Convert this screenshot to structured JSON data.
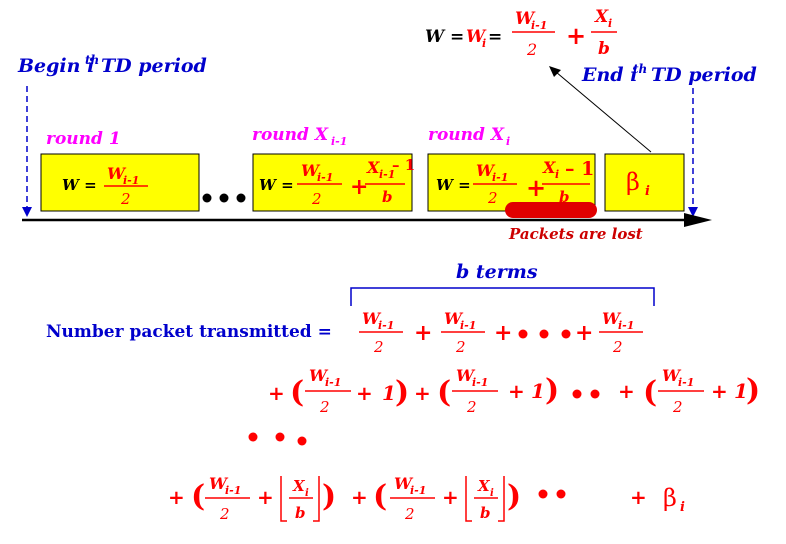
{
  "header": {
    "w_eq": "W =",
    "w_i": "W",
    "w_i_sub": "i",
    "w_i_tail": "=",
    "frac1_num": "W",
    "frac1_num_sub": "i-1",
    "frac1_den": "2",
    "plus": "+",
    "frac2_num": "X",
    "frac2_num_sub": "i",
    "frac2_den": "b"
  },
  "labels": {
    "begin_main": "Begin i",
    "begin_sup": "th",
    "begin_tail": "TD period",
    "end_main": "End i",
    "end_sup": "th",
    "end_tail": "TD period",
    "packets_lost": "Packets are lost",
    "b_terms": "b terms",
    "number_packet": "Number packet transmitted ="
  },
  "rounds": [
    {
      "label": "round 1",
      "label_sub": ""
    },
    {
      "label": "round X",
      "label_sub": "i-1"
    },
    {
      "label": "round X",
      "label_sub": "i"
    }
  ],
  "box_formula": {
    "w_eq": "W =",
    "num": "W",
    "num_sub": "i-1",
    "den": "2",
    "plus": "+",
    "x": "X",
    "x_sub_prev": "i-1",
    "x_sub_cur": "i",
    "minus_one": "– 1",
    "b": "b"
  },
  "beta": {
    "symbol": "β",
    "sub": "i"
  },
  "sum": {
    "num": "W",
    "num_sub": "i-1",
    "den": "2",
    "plus": "+",
    "one": "1",
    "x": "X",
    "x_sub": "i",
    "b": "b",
    "beta": "β",
    "beta_sub": "i"
  },
  "colors": {
    "box_fill": "#ffff00",
    "formula_red": "#ff0000",
    "label_blue": "#0000cc",
    "round_magenta": "#ff00ff",
    "loss_red": "#e00000"
  }
}
